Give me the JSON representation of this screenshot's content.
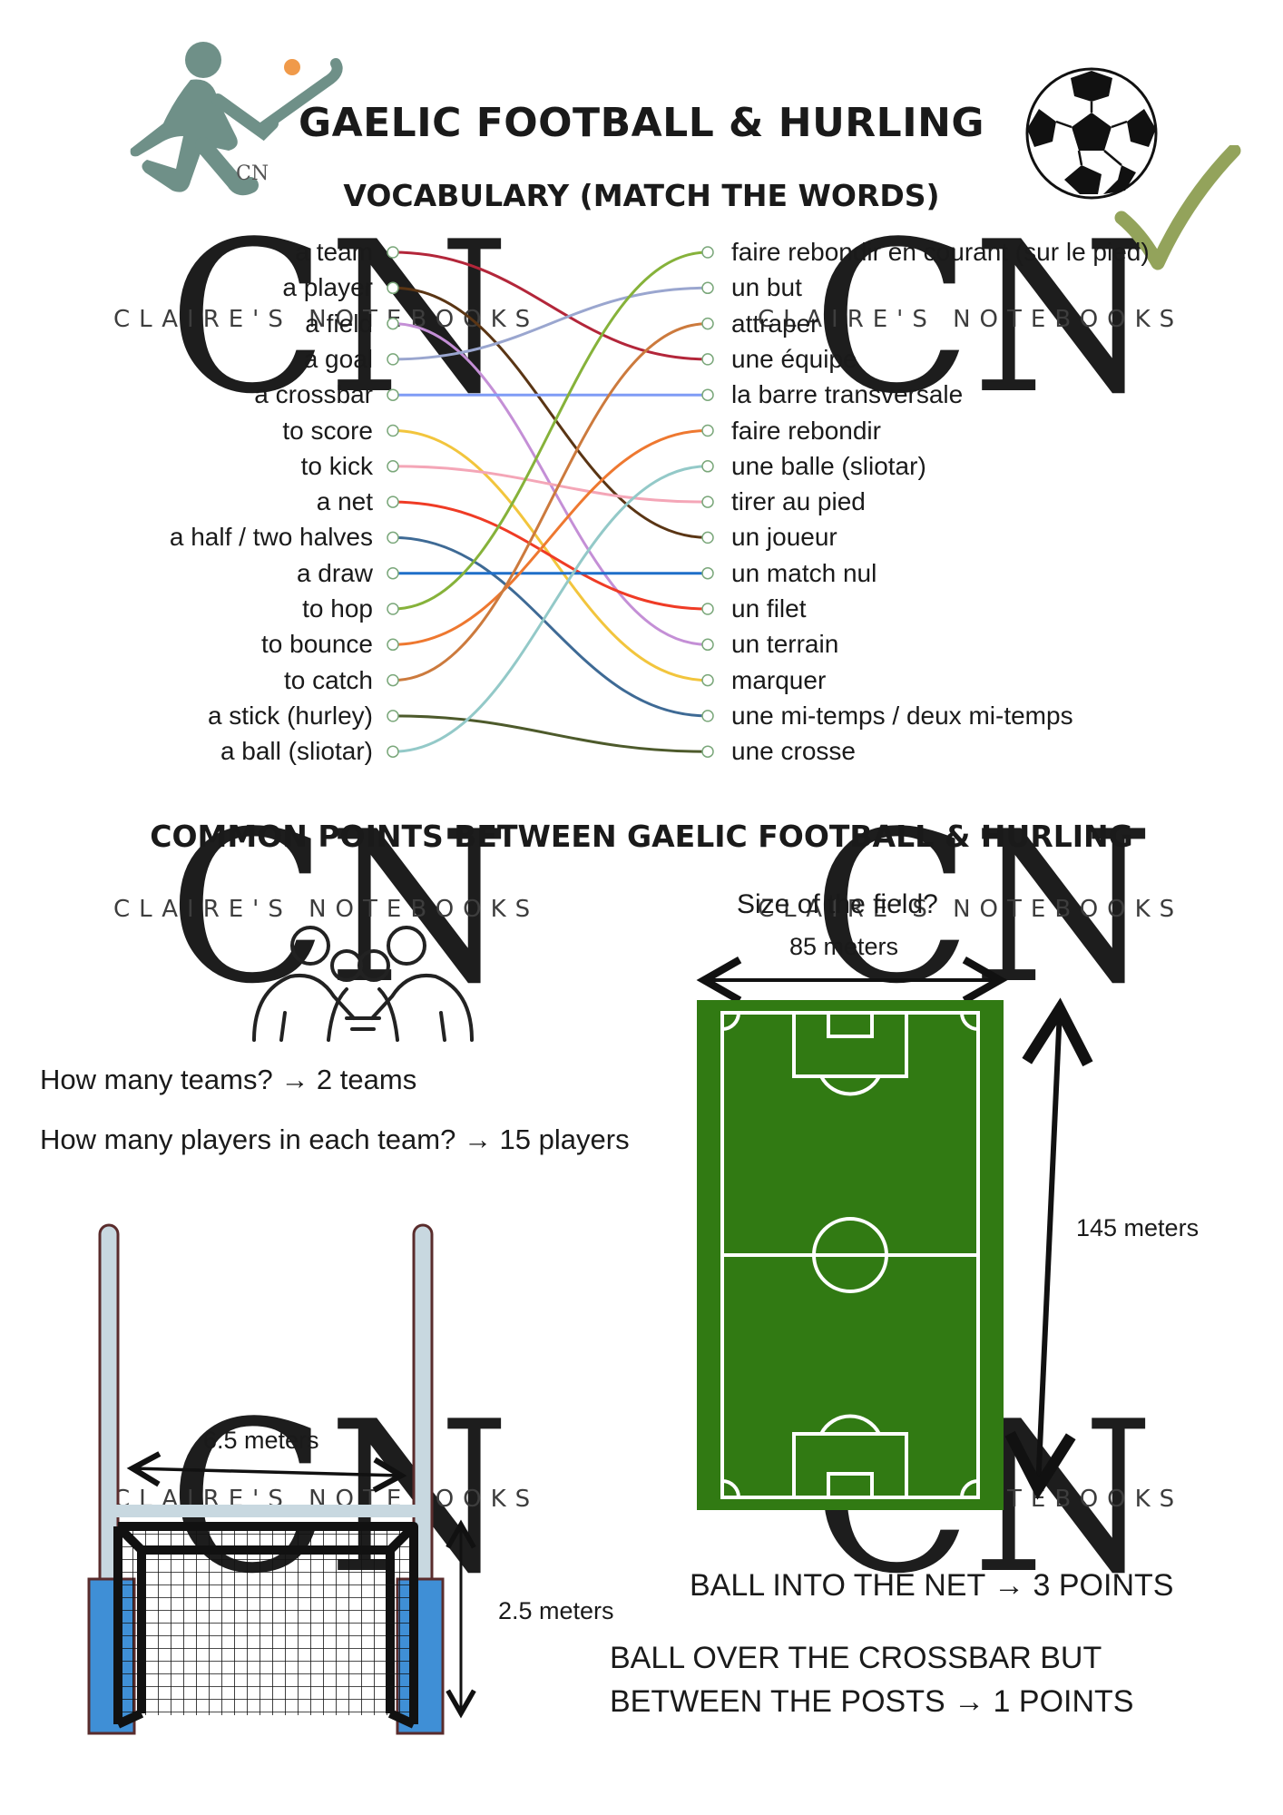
{
  "title": "GAELIC FOOTBALL & HURLING",
  "vocab_heading": "VOCABULARY (MATCH THE WORDS)",
  "watermark": {
    "brand": "CLAIRE'S NOTEBOOKS",
    "logo_letters": "CN"
  },
  "vocab": {
    "english": [
      "a team",
      "a player",
      "a field",
      "a goal",
      "a crossbar",
      "to score",
      "to kick",
      "a net",
      "a half / two halves",
      "a draw",
      "to hop",
      "to bounce",
      "to catch",
      "a stick (hurley)",
      "a ball (sliotar)"
    ],
    "french": [
      "faire rebondir en courant (sur le pied)",
      "un but",
      "attraper",
      "une équipe",
      "la barre transversale",
      "faire rebondir",
      "une balle (sliotar)",
      "tirer au pied",
      "un joueur",
      "un match nul",
      "un filet",
      "un terrain",
      "marquer",
      "une mi-temps / deux mi-temps",
      "une crosse"
    ],
    "matches": [
      {
        "from": 0,
        "to": 3,
        "color": "#b3263a"
      },
      {
        "from": 1,
        "to": 8,
        "color": "#5a3514"
      },
      {
        "from": 2,
        "to": 11,
        "color": "#c48fd6"
      },
      {
        "from": 3,
        "to": 1,
        "color": "#9aa6cf"
      },
      {
        "from": 4,
        "to": 4,
        "color": "#7f9cf5"
      },
      {
        "from": 5,
        "to": 12,
        "color": "#f2c53d"
      },
      {
        "from": 6,
        "to": 7,
        "color": "#f4a6b7"
      },
      {
        "from": 7,
        "to": 10,
        "color": "#ef3b25"
      },
      {
        "from": 8,
        "to": 13,
        "color": "#3e6a95"
      },
      {
        "from": 9,
        "to": 9,
        "color": "#1f6fc9"
      },
      {
        "from": 10,
        "to": 0,
        "color": "#86b23a"
      },
      {
        "from": 11,
        "to": 5,
        "color": "#ee7830"
      },
      {
        "from": 12,
        "to": 2,
        "color": "#cc7a3d"
      },
      {
        "from": 13,
        "to": 14,
        "color": "#4d5a2b"
      },
      {
        "from": 14,
        "to": 6,
        "color": "#93c9c8"
      }
    ]
  },
  "common": {
    "heading": "COMMON POINTS BETWEEN GAELIC FOOTBALL & HURLING",
    "q_teams": "How many teams? → 2 teams",
    "q_players": "How many players in each team? → 15 players",
    "field_question": "Size of the field?",
    "field_width": "85 meters",
    "field_length": "145 meters",
    "goal_width": "6.5 meters",
    "goal_height": "2.5 meters",
    "rule_net": "BALL INTO THE NET → 3 POINTS",
    "rule_over_1": "BALL OVER THE CROSSBAR BUT",
    "rule_over_2": "BETWEEN THE POSTS → 1 POINTS"
  },
  "colors": {
    "pitch": "#317a13",
    "hurler": "#6f9088",
    "check": "#93a35b",
    "goal_base": "#3f8fd6"
  },
  "icons": [
    "hurler-icon",
    "football-icon",
    "checkmark-icon",
    "team-huddle-icon",
    "football-pitch-diagram",
    "goal-posts-diagram"
  ]
}
